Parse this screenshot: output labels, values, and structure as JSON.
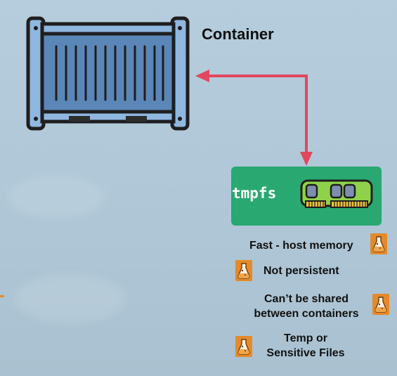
{
  "diagram": {
    "container_label": "Container",
    "storage_label": "tmpfs",
    "features": [
      {
        "text": "Fast - host memory"
      },
      {
        "text": "Not persistent"
      },
      {
        "text": "Can’t be shared\nbetween containers"
      },
      {
        "text": "Temp or\nSensitive Files"
      }
    ]
  },
  "colors": {
    "arrow": "#e0485e",
    "tmpfs_box": "#2aa871",
    "container_body": "#5b86b8",
    "container_frame": "#8fb7e0",
    "flask_badge": "#e58a2a"
  },
  "icons": [
    "container-icon",
    "memory-chip-icon",
    "flask-icon"
  ]
}
